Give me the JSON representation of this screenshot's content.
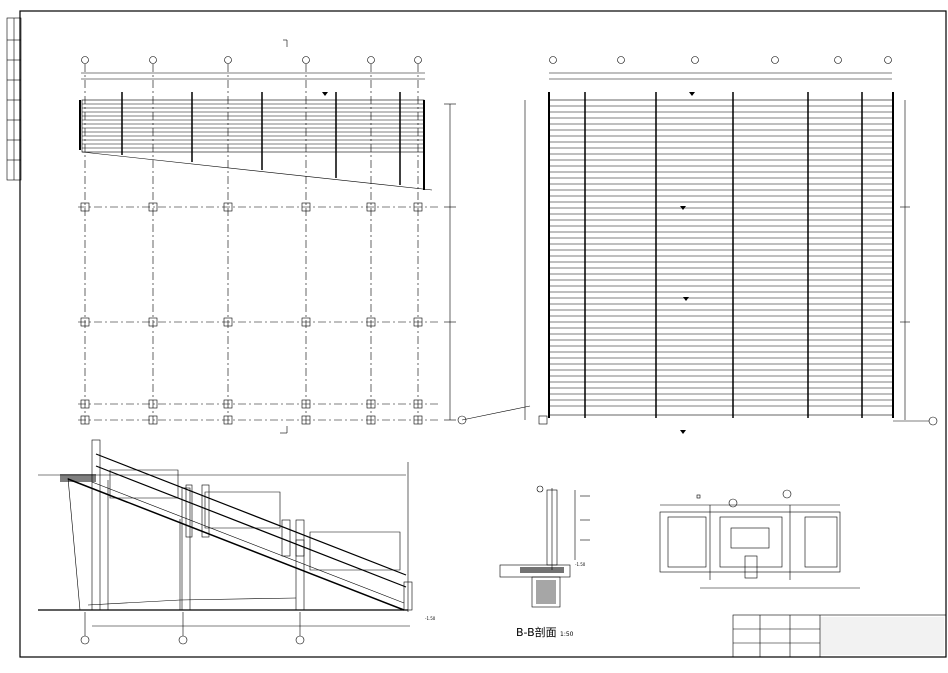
{
  "section_bb": {
    "title": "B-B剖面",
    "scale": "1:50"
  },
  "small_text": {
    "elev_neg150": "-1.50",
    "elev_neg1": "-1.50"
  }
}
